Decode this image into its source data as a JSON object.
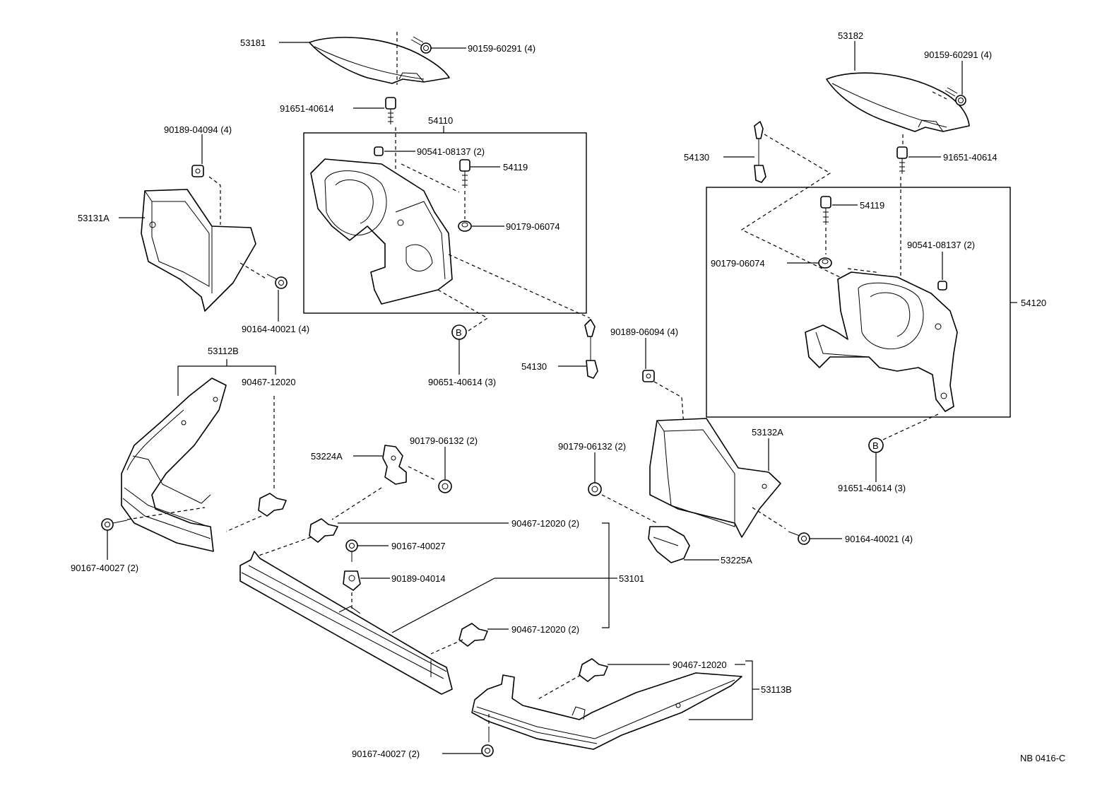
{
  "labels": {
    "p53181": "53181",
    "p90159_l": "90159-60291 (4)",
    "p91651_l": "91651-40614",
    "p54110": "54110",
    "p90541_l": "90541-08137 (2)",
    "p54119_l": "54119",
    "p90179_06074_l": "90179-06074",
    "p90189_04094": "90189-04094 (4)",
    "p53131A": "53131A",
    "p90164_l": "90164-40021 (4)",
    "pB_l": "B",
    "p90651": "90651-40614 (3)",
    "p54130_l": "54130",
    "p53112B": "53112B",
    "p90467_a": "90467-12020",
    "p53224A": "53224A",
    "p90179_06132_l": "90179-06132 (2)",
    "p90467_b": "90467-12020 (2)",
    "p90167_40027_m": "90167-40027",
    "p90189_04014": "90189-04014",
    "p53101": "53101",
    "p90467_c": "90467-12020 (2)",
    "p90167_l": "90167-40027 (2)",
    "p90467_d": "90467-12020",
    "p53113B": "53113B",
    "p90167_b": "90167-40027 (2)",
    "p53182": "53182",
    "p90159_r": "90159-60291 (4)",
    "p91651_r": "91651-40614",
    "p54130_r": "54130",
    "p54119_r": "54119",
    "p90541_r": "90541-08137 (2)",
    "p90179_06074_r": "90179-06074",
    "p54120": "54120",
    "p90189_06094": "90189-06094 (4)",
    "p90179_06132_r": "90179-06132 (2)",
    "p53132A": "53132A",
    "pB_r": "B",
    "p91651_3": "91651-40614 (3)",
    "p90164_r": "90164-40021 (4)",
    "p53225A": "53225A",
    "ref": "NB 0416-C"
  }
}
